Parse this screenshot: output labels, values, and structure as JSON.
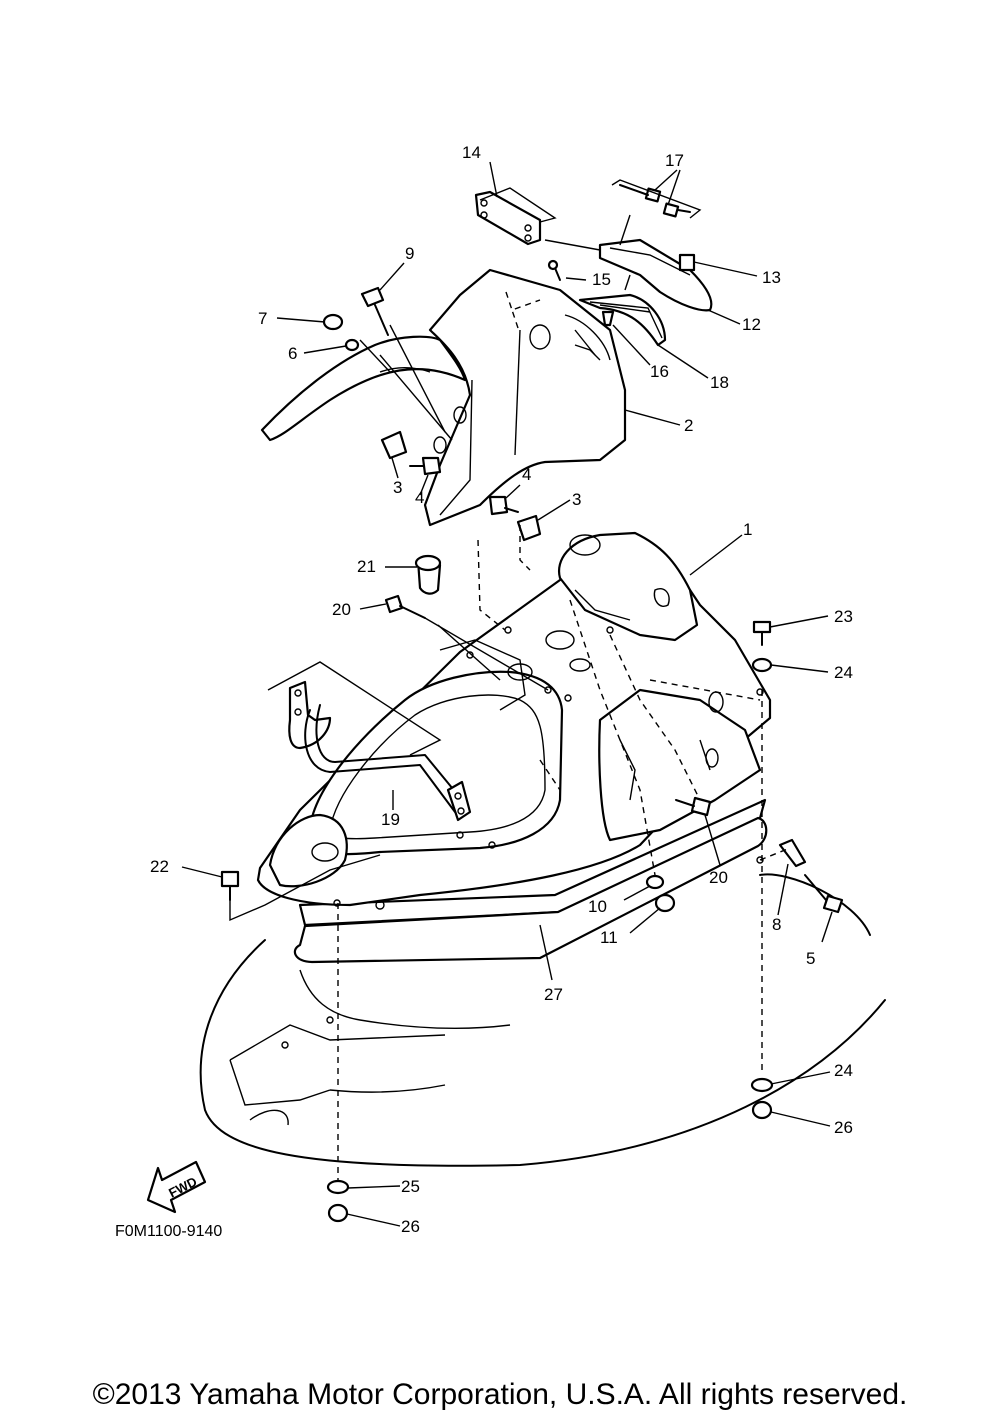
{
  "diagram": {
    "callouts": [
      {
        "id": "c14a",
        "text": "14"
      },
      {
        "id": "c17a",
        "text": "17"
      },
      {
        "id": "c9a",
        "text": "9"
      },
      {
        "id": "c15a",
        "text": "15"
      },
      {
        "id": "c13a",
        "text": "13"
      },
      {
        "id": "c7a",
        "text": "7"
      },
      {
        "id": "c12a",
        "text": "12"
      },
      {
        "id": "c6a",
        "text": "6"
      },
      {
        "id": "c16a",
        "text": "16"
      },
      {
        "id": "c18a",
        "text": "18"
      },
      {
        "id": "c2a",
        "text": "2"
      },
      {
        "id": "c3a",
        "text": "3"
      },
      {
        "id": "c4a",
        "text": "4"
      },
      {
        "id": "c4b",
        "text": "4"
      },
      {
        "id": "c3b",
        "text": "3"
      },
      {
        "id": "c1a",
        "text": "1"
      },
      {
        "id": "c21a",
        "text": "21"
      },
      {
        "id": "c20a",
        "text": "20"
      },
      {
        "id": "c23a",
        "text": "23"
      },
      {
        "id": "c24a",
        "text": "24"
      },
      {
        "id": "c19a",
        "text": "19"
      },
      {
        "id": "c22a",
        "text": "22"
      },
      {
        "id": "c20b",
        "text": "20"
      },
      {
        "id": "c10a",
        "text": "10"
      },
      {
        "id": "c8a",
        "text": "8"
      },
      {
        "id": "c11a",
        "text": "11"
      },
      {
        "id": "c5a",
        "text": "5"
      },
      {
        "id": "c27a",
        "text": "27"
      },
      {
        "id": "c24b",
        "text": "24"
      },
      {
        "id": "c26a",
        "text": "26"
      },
      {
        "id": "c25a",
        "text": "25"
      },
      {
        "id": "c26b",
        "text": "26"
      }
    ],
    "fwd_label": "FWD",
    "drawing_code": "F0M1100-9140"
  },
  "footer": {
    "copyright": "©2013 Yamaha Motor Corporation, U.S.A. All rights reserved."
  }
}
